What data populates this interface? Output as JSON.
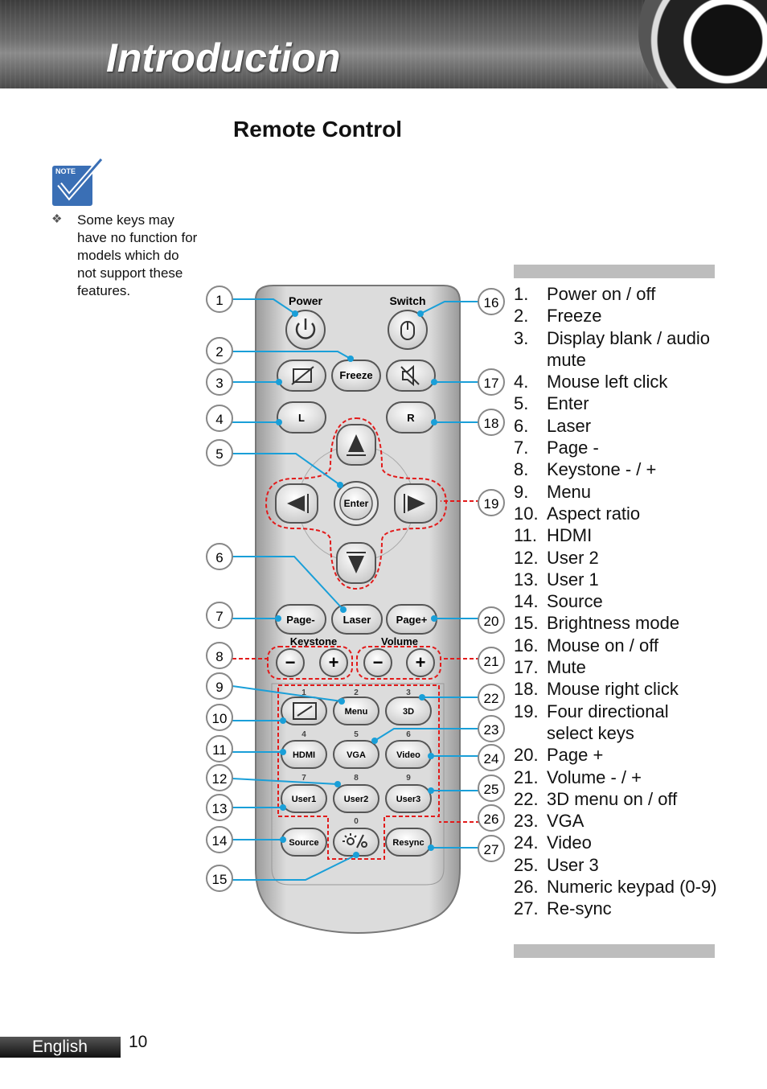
{
  "header": {
    "title": "Introduction"
  },
  "section": {
    "title": "Remote Control"
  },
  "note": {
    "badge": "NOTE",
    "bullet": "❖",
    "text": "Some keys may have no function for models which do not support these features."
  },
  "remote": {
    "labels": {
      "power": "Power",
      "switch": "Switch",
      "freeze": "Freeze",
      "l": "L",
      "r": "R",
      "enter": "Enter",
      "page_minus": "Page-",
      "laser": "Laser",
      "page_plus": "Page+",
      "keystone": "Keystone",
      "volume": "Volume",
      "minus": "−",
      "plus": "+",
      "menu": "Menu",
      "three_d": "3D",
      "hdmi": "HDMI",
      "vga": "VGA",
      "video": "Video",
      "user1": "User1",
      "user2": "User2",
      "user3": "User3",
      "source": "Source",
      "resync": "Resync",
      "d1": "1",
      "d2": "2",
      "d3": "3",
      "d4": "4",
      "d5": "5",
      "d6": "6",
      "d7": "7",
      "d8": "8",
      "d9": "9",
      "d0": "0"
    },
    "callouts_left": [
      "1",
      "2",
      "3",
      "4",
      "5",
      "6",
      "7",
      "8",
      "9",
      "10",
      "11",
      "12",
      "13",
      "14",
      "15"
    ],
    "callouts_right": [
      "16",
      "17",
      "18",
      "19",
      "20",
      "21",
      "22",
      "23",
      "24",
      "25",
      "26",
      "27"
    ]
  },
  "legend": [
    {
      "num": "1.",
      "label": "Power on / off"
    },
    {
      "num": "2.",
      "label": "Freeze"
    },
    {
      "num": "3.",
      "label": "Display blank / audio mute"
    },
    {
      "num": "4.",
      "label": "Mouse left click"
    },
    {
      "num": "5.",
      "label": "Enter"
    },
    {
      "num": "6.",
      "label": "Laser"
    },
    {
      "num": "7.",
      "label": "Page -"
    },
    {
      "num": "8.",
      "label": "Keystone - / +"
    },
    {
      "num": "9.",
      "label": "Menu"
    },
    {
      "num": "10.",
      "label": "Aspect ratio"
    },
    {
      "num": "11.",
      "label": "HDMI"
    },
    {
      "num": "12.",
      "label": "User 2"
    },
    {
      "num": "13.",
      "label": "User 1"
    },
    {
      "num": "14.",
      "label": "Source"
    },
    {
      "num": "15.",
      "label": "Brightness mode"
    },
    {
      "num": "16.",
      "label": "Mouse on / off"
    },
    {
      "num": "17.",
      "label": "Mute"
    },
    {
      "num": "18.",
      "label": "Mouse right click"
    },
    {
      "num": "19.",
      "label": "Four directional select keys"
    },
    {
      "num": "20.",
      "label": "Page +"
    },
    {
      "num": "21.",
      "label": "Volume - / +"
    },
    {
      "num": "22.",
      "label": "3D menu on / off"
    },
    {
      "num": "23.",
      "label": "VGA"
    },
    {
      "num": "24.",
      "label": "Video"
    },
    {
      "num": "25.",
      "label": "User 3"
    },
    {
      "num": "26.",
      "label": "Numeric keypad (0-9)"
    },
    {
      "num": "27.",
      "label": "Re-sync"
    }
  ],
  "footer": {
    "language": "English",
    "page": "10"
  },
  "colors": {
    "callout_line": "#1a9fd8",
    "highlight": "#e21b1b",
    "header_dark": "#3c3c3c"
  }
}
